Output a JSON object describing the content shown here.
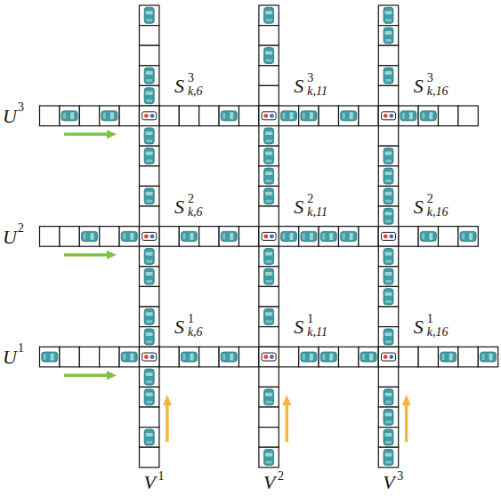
{
  "diagram": {
    "labels": [
      "S",
      "3",
      "k,6",
      "S",
      "3",
      "k,11",
      "S",
      "3",
      "k,16",
      "U",
      "3",
      "S",
      "2",
      "k,6",
      "S",
      "2",
      "k,11",
      "S",
      "2",
      "k,16",
      "U",
      "2",
      "S",
      "1",
      "k,6",
      "S",
      "1",
      "k,11",
      "S",
      "1",
      "k,16",
      "U",
      "1",
      "V",
      "1",
      "V",
      "2",
      "V",
      "3"
    ]
  }
}
